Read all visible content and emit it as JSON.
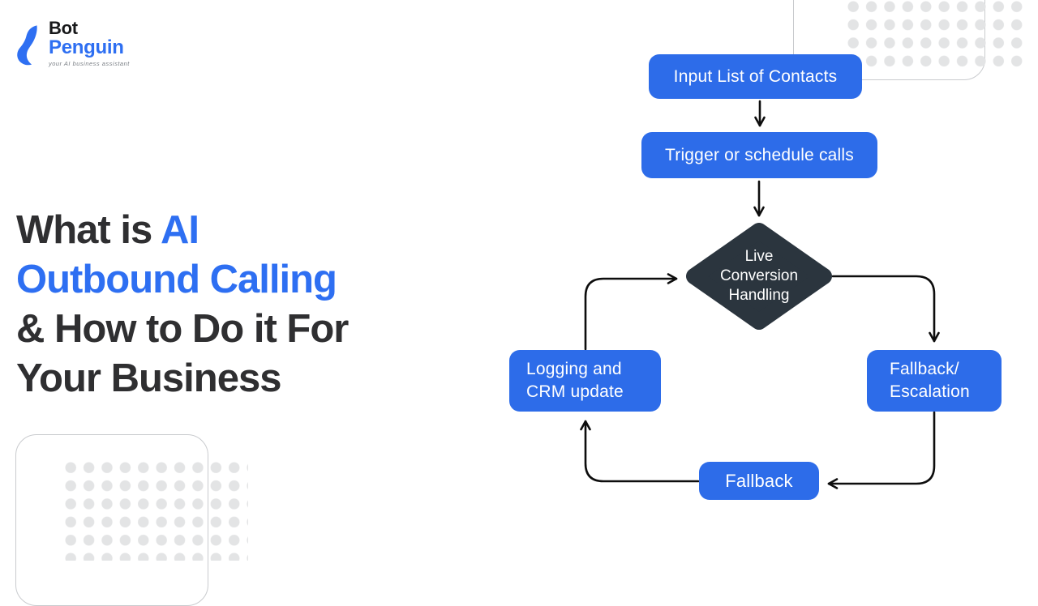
{
  "logo": {
    "name_top": "Bot",
    "name_bottom": "Penguin",
    "tagline": "your AI business assistant"
  },
  "heading": {
    "line1_dark": "What is ",
    "line1_accent": "AI",
    "line2_accent": "Outbound Calling",
    "line3_dark": "& How to Do it For",
    "line4_dark": "Your Business"
  },
  "chart_data": {
    "type": "flowchart",
    "nodes": {
      "input": {
        "label": "Input List of Contacts",
        "shape": "rounded-rect"
      },
      "trigger": {
        "label": "Trigger or schedule calls",
        "shape": "rounded-rect"
      },
      "decision": {
        "label": "Live\nConversion\nHandling",
        "shape": "diamond"
      },
      "escalation": {
        "label": "Fallback/\nEscalation",
        "shape": "rounded-rect"
      },
      "fallback": {
        "label": "Fallback",
        "shape": "rounded-rect"
      },
      "logging": {
        "label": "Logging and\nCRM update",
        "shape": "rounded-rect"
      }
    },
    "edges": [
      {
        "from": "Input List of Contacts",
        "to": "Trigger or schedule calls"
      },
      {
        "from": "Trigger or schedule calls",
        "to": "Live Conversion Handling"
      },
      {
        "from": "Live Conversion Handling",
        "to": "Fallback/Escalation"
      },
      {
        "from": "Fallback/Escalation",
        "to": "Fallback"
      },
      {
        "from": "Fallback",
        "to": "Logging and CRM update"
      },
      {
        "from": "Logging and CRM update",
        "to": "Live Conversion Handling"
      }
    ]
  },
  "colors": {
    "box_blue": "#2d6ce9",
    "accent_blue": "#2e6ff2",
    "diamond_dark": "#2b353e",
    "heading_dark": "#2f2f31",
    "connector_black": "#0d0d0d",
    "dot_gray": "#e3e4e5",
    "outline_gray": "#c9cbce"
  }
}
